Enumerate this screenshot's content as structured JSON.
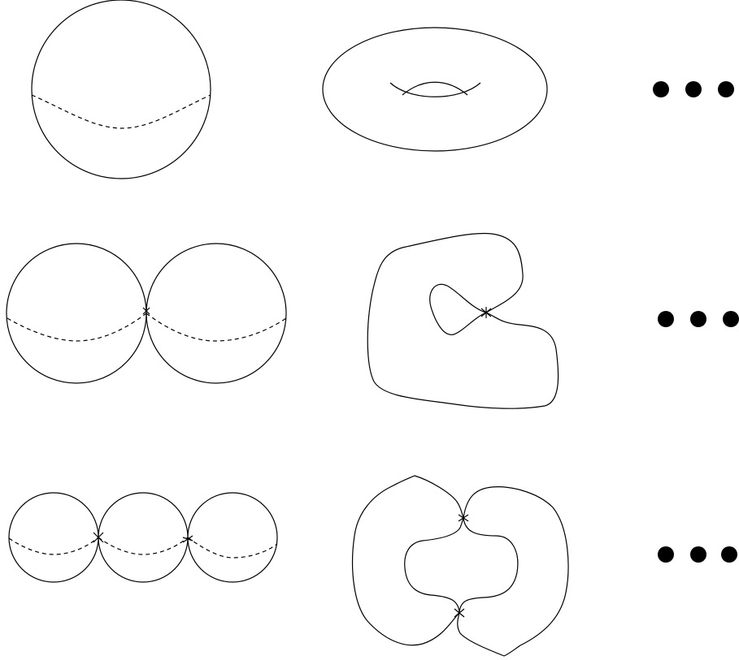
{
  "figure": {
    "rows": [
      {
        "name": "smooth-surfaces",
        "items": [
          "sphere",
          "torus"
        ],
        "continues": true
      },
      {
        "name": "one-node-surfaces",
        "items": [
          "two-spheres-joined",
          "pinched-torus"
        ],
        "continues": true
      },
      {
        "name": "two-node-surfaces",
        "items": [
          "three-spheres-chain",
          "doubly-pinched-torus"
        ],
        "continues": true
      }
    ],
    "colors": {
      "line": "#000000",
      "background": "#ffffff"
    },
    "continuation_symbol": "•••"
  }
}
